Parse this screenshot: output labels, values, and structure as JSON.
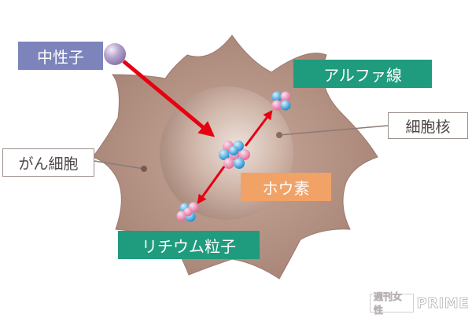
{
  "labels": {
    "neutron": "中性子",
    "alpha": "アルファ線",
    "nucleus": "細胞核",
    "cancer_cell": "がん細胞",
    "boron": "ホウ素",
    "lithium": "リチウム粒子"
  },
  "watermark": {
    "publication": "週刊女性",
    "brand": "PRIME"
  },
  "colors": {
    "label_neutron": "#7c84bb",
    "label_green": "#1f9b7d",
    "label_boron": "#f1a266",
    "arrow": "#e60012",
    "cell": "#ad8b7e",
    "nucleus": "#c9ada0",
    "outline_border": "#9d8f8b"
  }
}
